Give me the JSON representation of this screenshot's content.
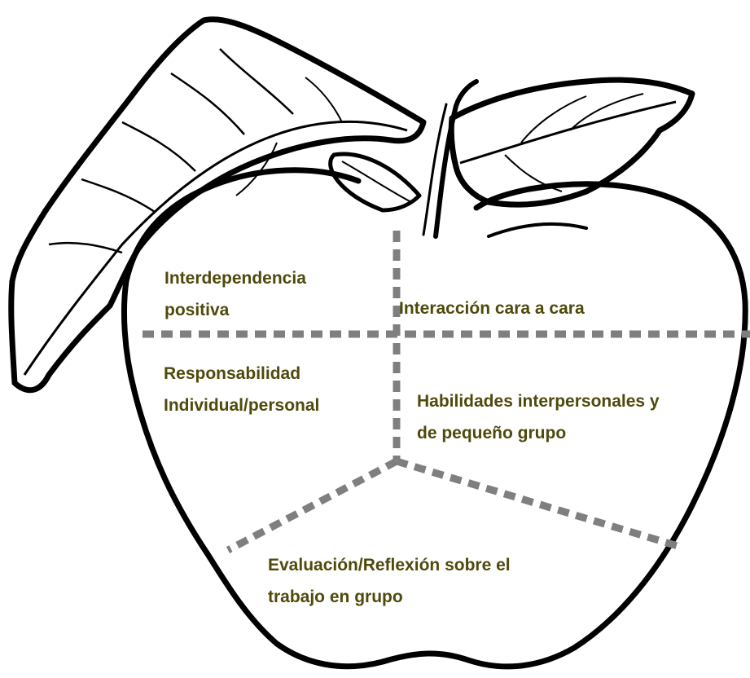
{
  "diagram": {
    "sections": [
      {
        "id": "interdependencia",
        "lines": [
          "Interdependencia",
          "positiva"
        ]
      },
      {
        "id": "interaccion",
        "lines": [
          "Interacción cara a cara"
        ]
      },
      {
        "id": "responsabilidad",
        "lines": [
          "Responsabilidad",
          "Individual/personal"
        ]
      },
      {
        "id": "habilidades",
        "lines": [
          "Habilidades interpersonales y",
          "de pequeño grupo"
        ]
      },
      {
        "id": "evaluacion",
        "lines": [
          "Evaluación/Reflexión sobre el",
          "trabajo en grupo"
        ]
      }
    ],
    "colors": {
      "label_text": "#4e4a0c",
      "divider": "#7f7f7f",
      "outline": "#000000",
      "background": "#ffffff"
    },
    "icon": "apple-icon"
  }
}
